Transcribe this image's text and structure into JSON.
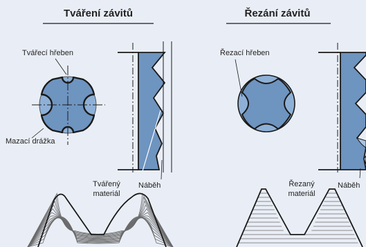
{
  "forming": {
    "title": "Tváření závitů",
    "ridge_label": "Tvářecí hřeben",
    "groove_label": "Mazací drážka",
    "lead_label": "Náběh",
    "material_line1": "Tvářený",
    "material_line2": "materiál"
  },
  "cutting": {
    "title": "Řezání závitů",
    "ridge_label": "Řezací hřeben",
    "lead_label": "Náběh",
    "material_line1": "Řezaný",
    "material_line2": "materiál"
  },
  "colors": {
    "background": "#e9eef6",
    "tool_fill": "#6e94c0",
    "tool_light": "#8eb0d6",
    "chip_fill": "#a9c4e3",
    "outline": "#1a1a1a"
  }
}
